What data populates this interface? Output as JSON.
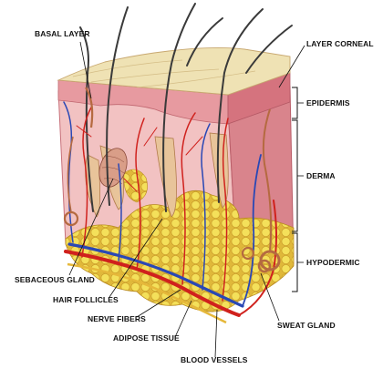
{
  "labels": {
    "basal_layer": "BASAL LAYER",
    "layer_corneal": "LAYER CORNEAL",
    "epidermis": "EPIDERMIS",
    "derma": "DERMA",
    "hypodermic": "HYPODERMIC",
    "sebaceous_gland": "SEBACEOUS GLAND",
    "hair_follicles": "HAIR FOLLICLES",
    "nerve_fibers": "NERVE FIBERS",
    "adipose_tissue": "ADIPOSE TISSUE",
    "blood_vessels": "BLOOD VESSELS",
    "sweat_gland": "SWEAT GLAND"
  },
  "colors": {
    "corneal": "#efe2b4",
    "epidermis": "#e79aa0",
    "derma": "#f2c2c2",
    "derma_side": "#d9848c",
    "fat": "#f2dc4d",
    "artery": "#d0211d",
    "vein": "#2a48b5",
    "hair": "#3a3a3a",
    "follicle": "#e8c49a"
  }
}
